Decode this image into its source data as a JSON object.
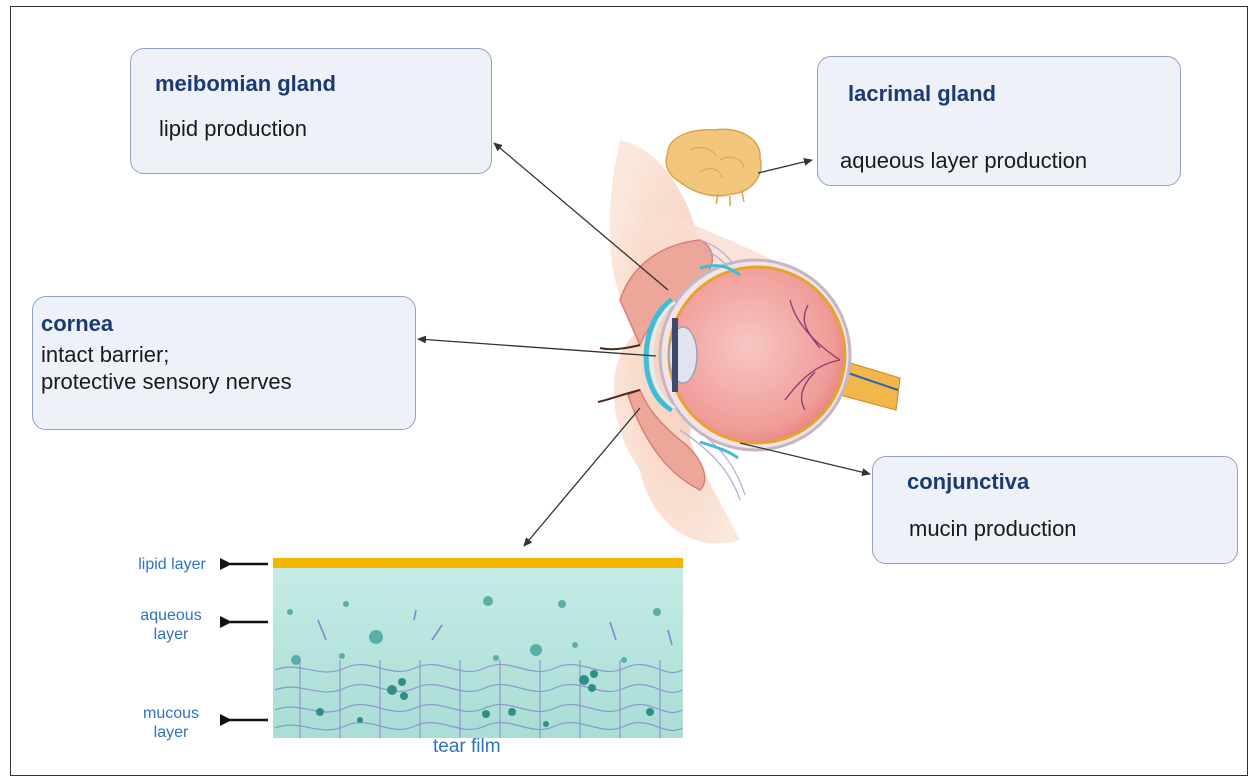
{
  "boxes": {
    "meibomian": {
      "title": "meibomian gland",
      "desc": "lipid production"
    },
    "lacrimal": {
      "title": "lacrimal gland",
      "desc": "aqueous layer production"
    },
    "cornea": {
      "title": "cornea",
      "desc_line1": "intact barrier;",
      "desc_line2": "protective sensory nerves"
    },
    "conjunctiva": {
      "title": "conjunctiva",
      "desc": "mucin production"
    }
  },
  "tear_film": {
    "caption": "tear film",
    "lipid_label": "lipid layer",
    "aqueous_label_line1": "aqueous",
    "aqueous_label_line2": "layer",
    "mucous_label_line1": "mucous",
    "mucous_label_line2": "layer"
  },
  "colors": {
    "box_fill": "#eef1f8",
    "box_border": "#8fa1c7",
    "title_text": "#1b3a73",
    "label_blue": "#2c73c5",
    "lipid_layer": "#f4b400",
    "aqueous_layer": "#c8ede8"
  }
}
